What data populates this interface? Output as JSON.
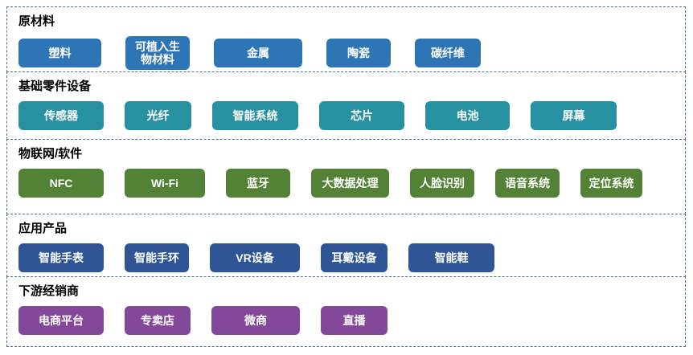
{
  "colors": {
    "box_border": "#41719C",
    "row_raw_materials_accent": "#2E75B6",
    "row_basic_components_accent": "#2791A1",
    "row_iot_software_accent": "#538135",
    "row_application_products_accent": "#2F5597",
    "row_downstream_distributors_accent": "#84489B",
    "chip_text": "#FFFFFF",
    "title_text": "#000000"
  },
  "rows": [
    {
      "title": "原材料",
      "items": [
        "塑料",
        "可植入生\n物材料",
        "金属",
        "陶瓷",
        "碳纤维"
      ]
    },
    {
      "title": "基础零件设备",
      "items": [
        "传感器",
        "光纤",
        "智能系统",
        "芯片",
        "电池",
        "屏幕"
      ]
    },
    {
      "title": "物联网/软件",
      "items": [
        "NFC",
        "Wi-Fi",
        "蓝牙",
        "大数据处理",
        "人脸识别",
        "语音系统",
        "定位系统"
      ]
    },
    {
      "title": "应用产品",
      "items": [
        "智能手表",
        "智能手环",
        "VR设备",
        "耳戴设备",
        "智能鞋"
      ]
    },
    {
      "title": "下游经销商",
      "items": [
        "电商平台",
        "专卖店",
        "微商",
        "直播"
      ]
    }
  ]
}
